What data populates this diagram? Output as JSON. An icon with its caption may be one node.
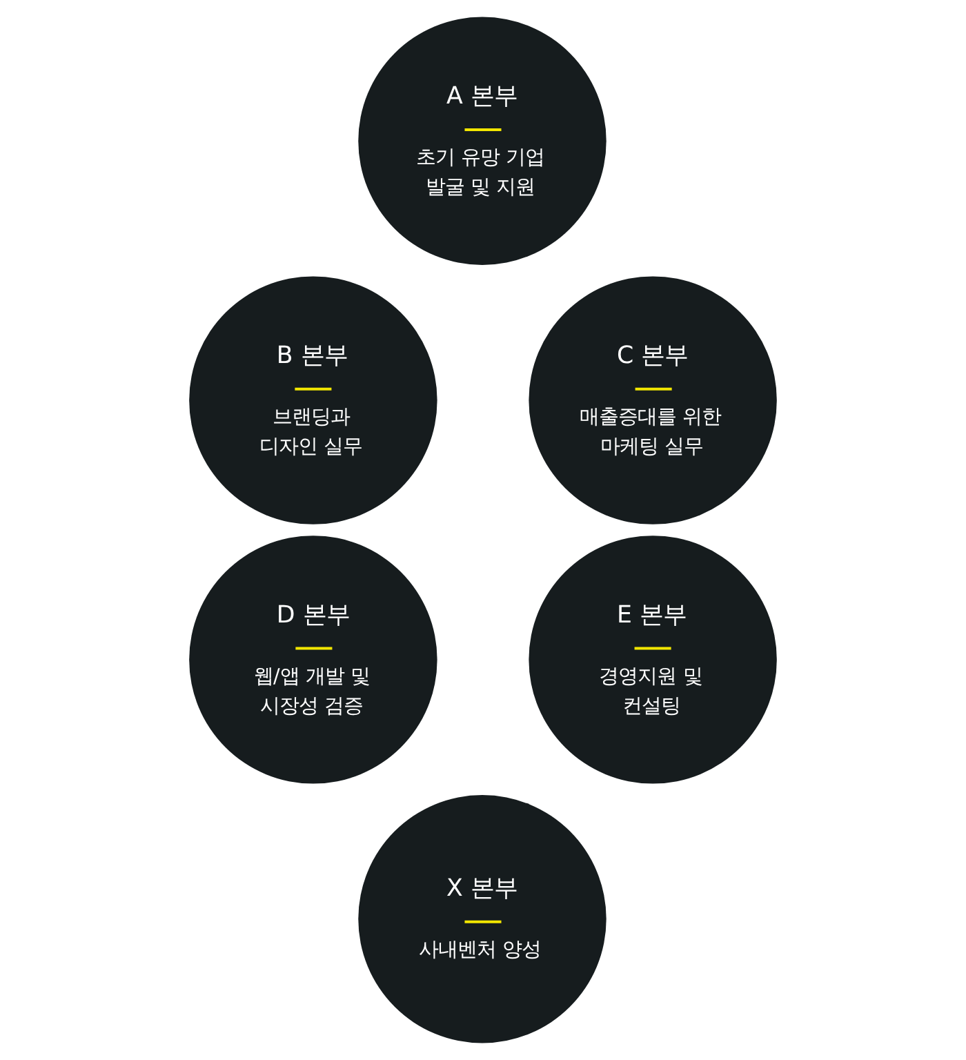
{
  "diagram": {
    "nodes": [
      {
        "text": [
          "A 본부",
          "초기 유망 기업 발굴 및 지원"
        ]
      },
      {
        "text": [
          "B 본부",
          "브랜딩과 디자인 실무"
        ]
      },
      {
        "text": [
          "C 본부",
          "매출증대를 위한 마케팅 실무"
        ]
      },
      {
        "text": [
          "D 본부",
          "웹/앱 개발 및 시장성 검증"
        ]
      },
      {
        "text": [
          "E 본부",
          "경영지원 및 컨설팅"
        ]
      },
      {
        "text": [
          "X 본부",
          "사내벤처 양성"
        ]
      }
    ]
  }
}
